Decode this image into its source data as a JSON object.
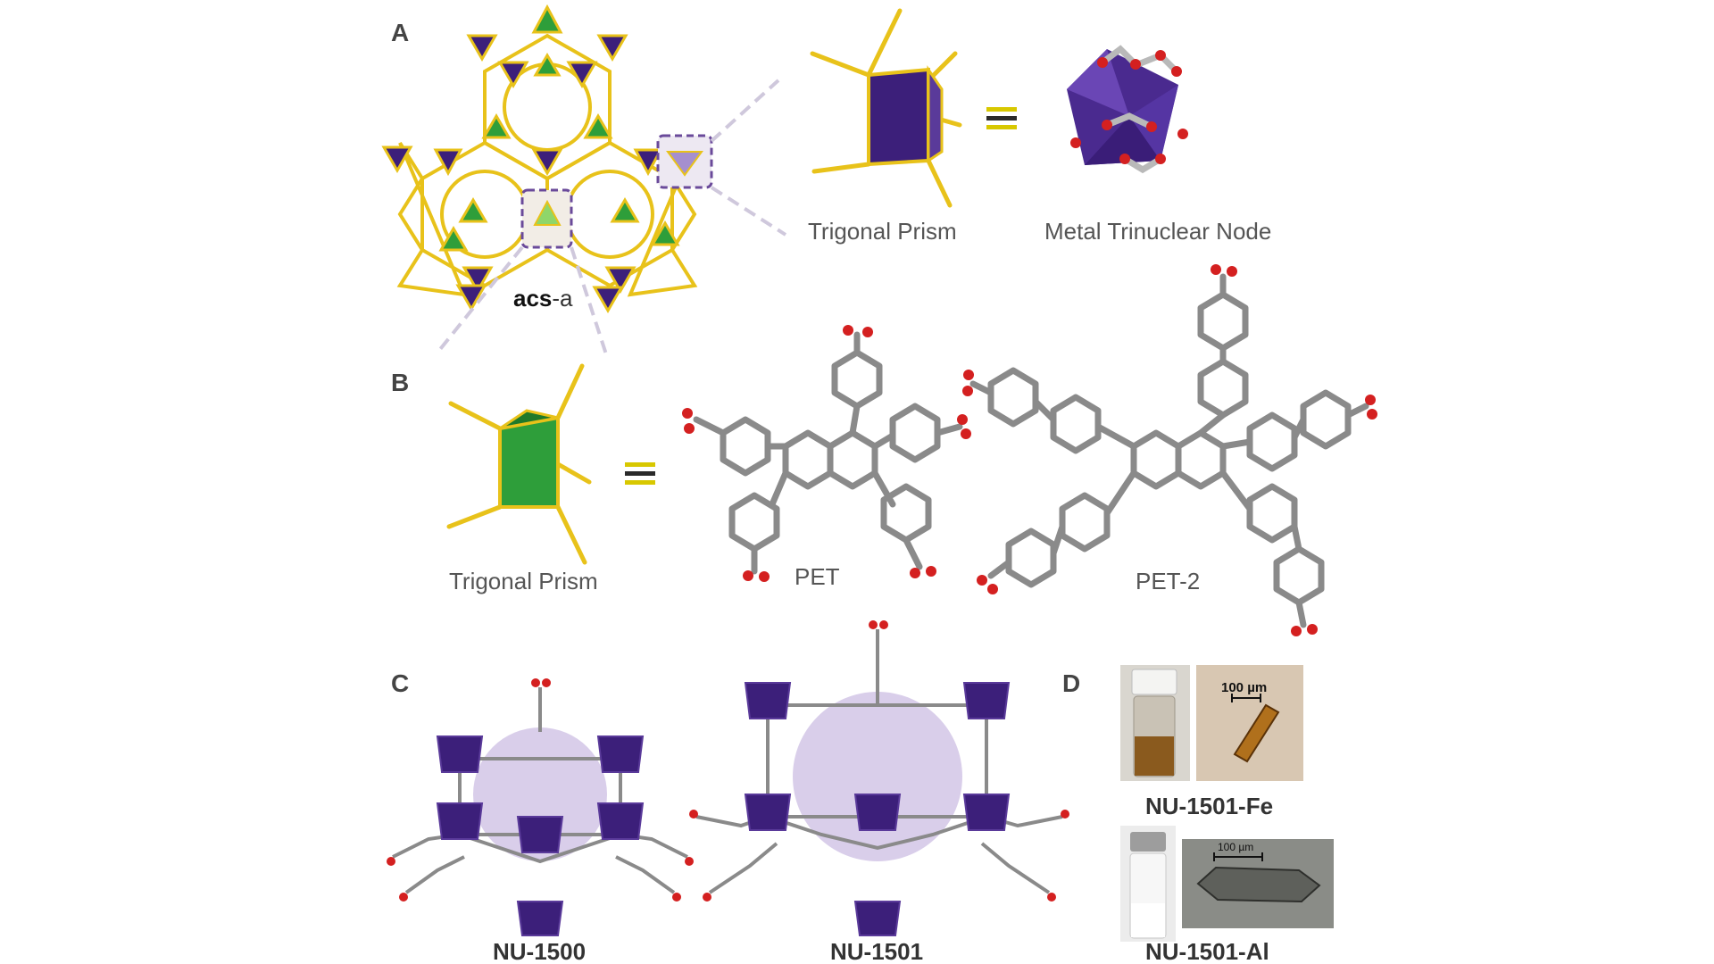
{
  "panels": {
    "a": {
      "letter": "A",
      "net_label_bold": "acs",
      "net_label_rest": "-a",
      "prism_label": "Trigonal Prism",
      "node_label": "Metal Trinuclear Node"
    },
    "b": {
      "letter": "B",
      "prism_label": "Trigonal Prism",
      "linker1": "PET",
      "linker2": "PET-2"
    },
    "c": {
      "letter": "C",
      "mof1": "NU-1500",
      "mof2": "NU-1501"
    },
    "d": {
      "letter": "D",
      "sample1": "NU-1501-Fe",
      "sample2": "NU-1501-Al",
      "scale1": "100 µm",
      "scale2": "100 µm"
    }
  },
  "equiv_symbol": "≡",
  "colors": {
    "purple": "#3c1f7a",
    "green": "#2e9e3a",
    "light_green": "#8fd66a",
    "gold": "#e8c21a",
    "gray": "#8a8a8a",
    "oxygen": "#d42020",
    "dashed": "#6a4a9a",
    "sphere": "#b9a6d8"
  }
}
